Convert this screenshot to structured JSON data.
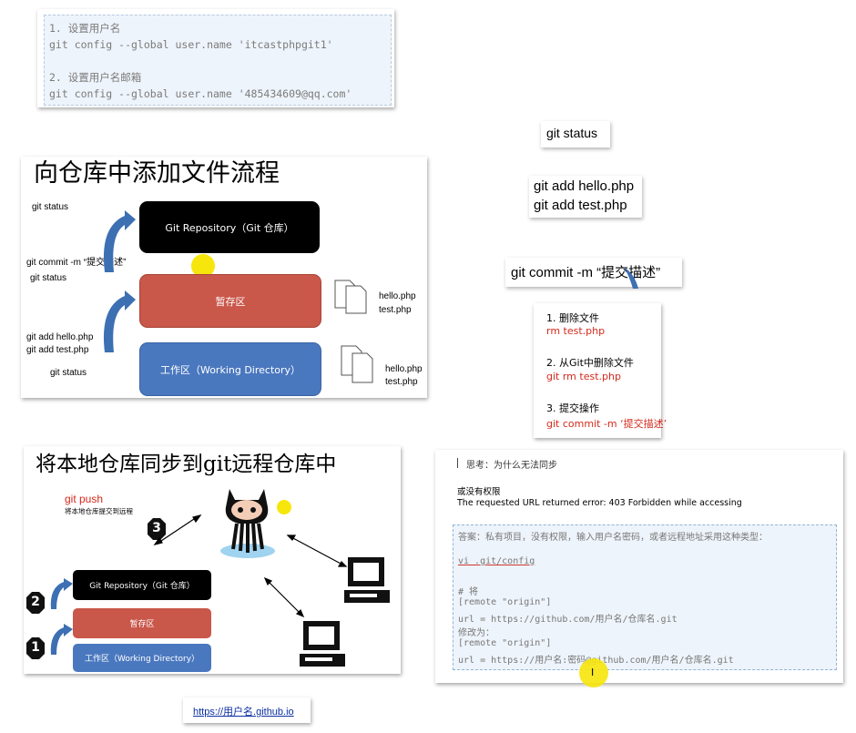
{
  "config_card": {
    "lines": [
      "1. 设置用户名",
      "git config --global user.name 'itcastphpgit1'",
      "2. 设置用户名邮箱",
      "git config --global user.name '485434609@qq.com'"
    ]
  },
  "cmd_status": "git status",
  "cmd_add": [
    "git add hello.php",
    "git add test.php"
  ],
  "cmd_commit": "git commit -m “提交描述”",
  "delete_card": {
    "step1": "1. 删除文件",
    "step1_cmd": "rm  test.php",
    "step2": "2. 从Git中删除文件",
    "step2_cmd": "git rm test.php",
    "step3": "3. 提交操作",
    "step3_cmd": "git commit -m ‘提交描述’"
  },
  "diagram1": {
    "title": "向仓库中添加文件流程",
    "repo": "Git Repository（Git 仓库）",
    "stage": "暂存区",
    "work": "工作区（Working Directory）",
    "labels": {
      "status_top": "git status",
      "commit": "git commit -m “提交描述”",
      "status_mid": "git status",
      "add1": "git add hello.php",
      "add2": "git add test.php",
      "status_bot": "git status"
    },
    "files_stage": [
      "hello.php",
      "test.php"
    ],
    "files_work": [
      "hello.php",
      "test.php"
    ]
  },
  "diagram2": {
    "title": "将本地仓库同步到git远程仓库中",
    "push": "git push",
    "push_desc": "将本地仓库提交到远程",
    "repo": "Git Repository（Git 仓库）",
    "stage": "暂存区",
    "work": "工作区（Working Directory）",
    "steps": [
      "1",
      "2",
      "3"
    ]
  },
  "think_card": {
    "heading": "思考：为什么无法同步",
    "p1": "或没有权限",
    "p2": "The requested URL returned error: 403 Forbidden while accessing",
    "answer": "答案：私有项目，没有权限，输入用户名密码，或者远程地址采用这种类型：",
    "vi": "vi .git/config",
    "c1": "# 将",
    "c2": "[remote \"origin\"]",
    "c3": "    url = https://github.com/用户名/仓库名.git",
    "c4": "修改为：",
    "c5": "[remote \"origin\"]",
    "c6": "    url = https://用户名:密码@github.com/用户名/仓库名.git",
    "cursor": "I"
  },
  "link": "https://用户名.github.io",
  "colors": {
    "repo": "#000000",
    "stage": "#c9574a",
    "work": "#4a78bf",
    "arrow": "#3d6fb3",
    "highlight": "#f7e60b",
    "red_text": "#d42a1c"
  }
}
